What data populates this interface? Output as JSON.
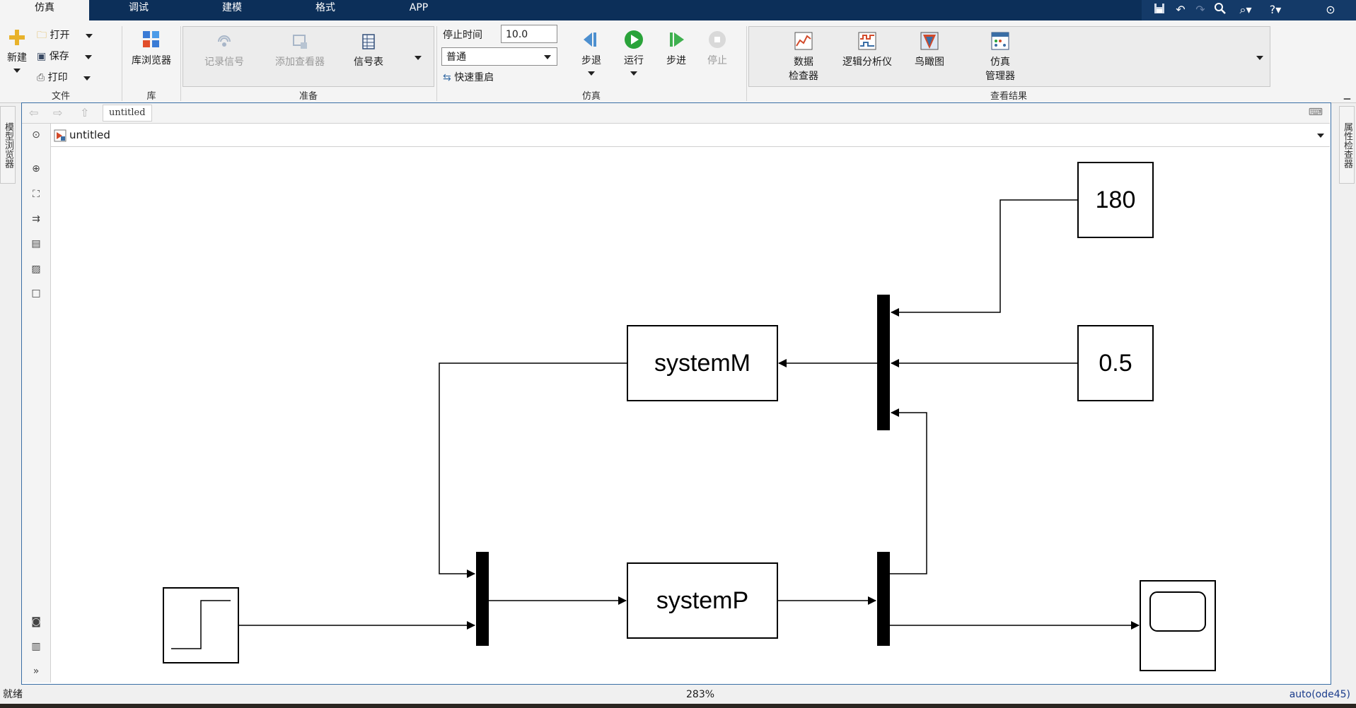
{
  "tabs": [
    {
      "label": "仿真",
      "active": true
    },
    {
      "label": "调试",
      "active": false
    },
    {
      "label": "建模",
      "active": false
    },
    {
      "label": "格式",
      "active": false
    },
    {
      "label": "APP",
      "active": false
    }
  ],
  "quick_access": [
    "save-icon",
    "undo-icon",
    "redo-icon",
    "search-icon",
    "find-icon",
    "help-icon",
    "options-icon"
  ],
  "ribbon": {
    "file": {
      "new_label": "新建",
      "open_label": "打开",
      "save_label": "保存",
      "print_label": "打印",
      "group_label": "文件"
    },
    "library": {
      "browser_label": "库浏览器",
      "group_label": "库"
    },
    "prepare": {
      "log_signals_label": "记录信号",
      "add_viewer_label": "添加查看器",
      "signal_table_label": "信号表",
      "group_label": "准备"
    },
    "simulate": {
      "stop_time_label": "停止时间",
      "stop_time_value": "10.0",
      "mode_value": "普通",
      "fast_restart_label": "快速重启",
      "step_back_label": "步退",
      "run_label": "运行",
      "step_forward_label": "步进",
      "stop_label": "停止",
      "group_label": "仿真"
    },
    "review": {
      "data_inspector_line1": "数据",
      "data_inspector_line2": "检查器",
      "logic_analyzer_label": "逻辑分析仪",
      "birdseye_label": "鸟瞰图",
      "sim_manager_line1": "仿真",
      "sim_manager_line2": "管理器",
      "group_label": "查看结果"
    }
  },
  "left_panel_label": "模型浏览器",
  "right_panel_label": "属性检查器",
  "breadcrumb": "untitled",
  "address": "untitled",
  "diagram": {
    "block_systemM": "systemM",
    "block_systemP": "systemP",
    "const_180": "180",
    "const_05": "0.5"
  },
  "status": {
    "state": "就绪",
    "zoom": "283%",
    "solver": "auto(ode45)"
  },
  "colors": {
    "tabbar": "#0c2f59",
    "run_green": "#2aa33a",
    "frame_blue": "#3a6ea5",
    "solver_text": "#1a3c8c"
  }
}
